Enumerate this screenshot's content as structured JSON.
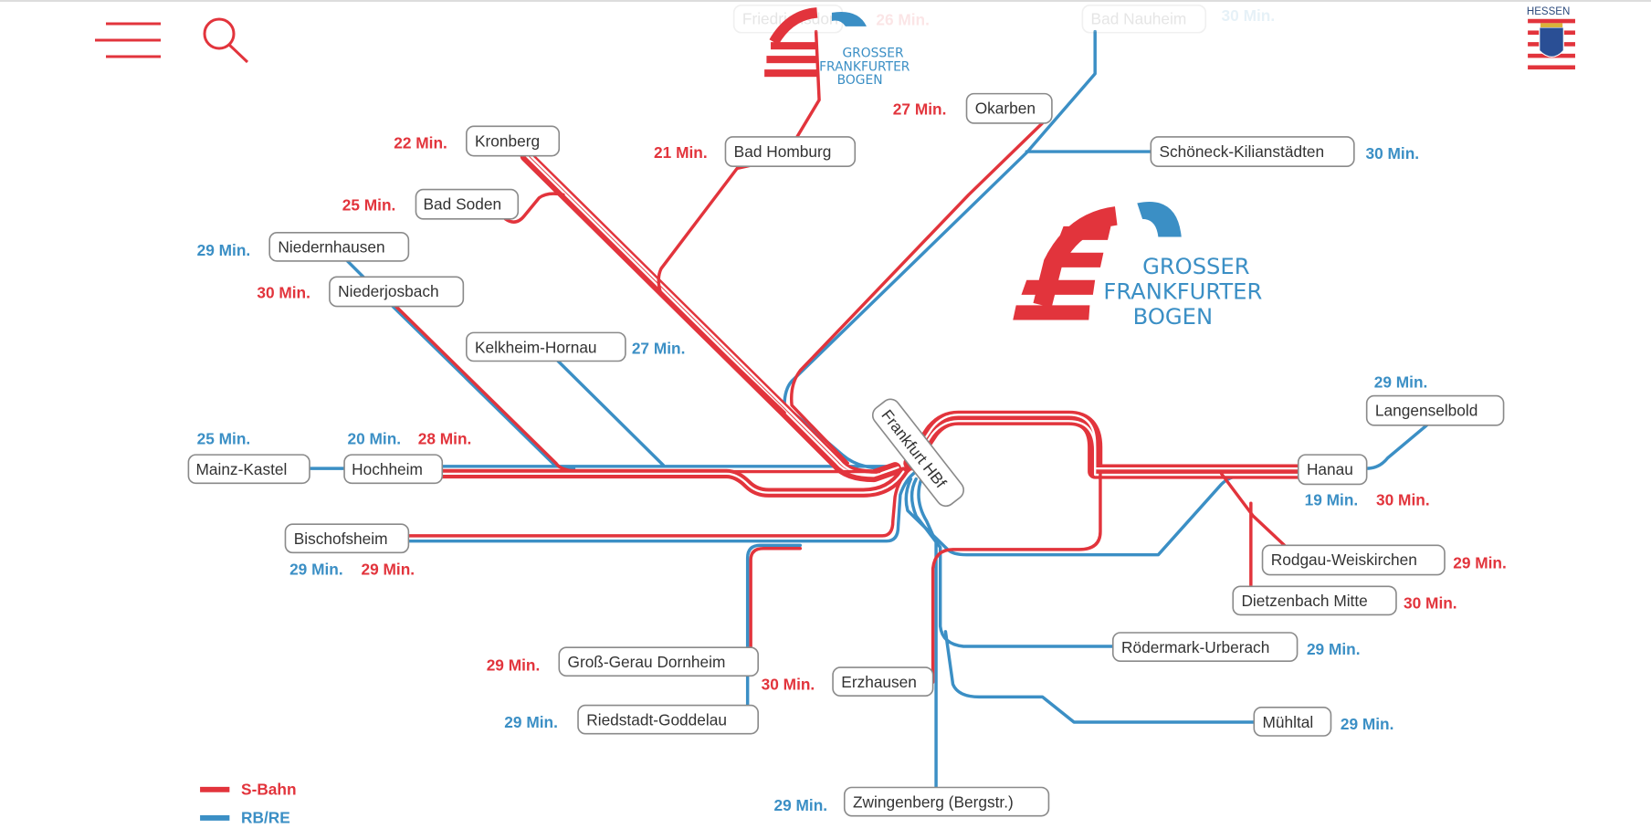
{
  "header": {
    "menu_icon": "hamburger-menu-icon",
    "search_icon": "search-icon",
    "logo_lines": [
      "GROSSER",
      "FRANKFURTER",
      "BOGEN"
    ],
    "state_logo_text": "HESSEN"
  },
  "colors": {
    "s_bahn": "#e2343c",
    "rb_re": "#3b8fc5"
  },
  "hub": "Frankfurt HBf",
  "big_logo_lines": [
    "GROSSER",
    "FRANKFURTER",
    "BOGEN"
  ],
  "stations": [
    {
      "name": "Friedrichsdorf",
      "times": [
        {
          "value": "26 Min.",
          "line": "S-Bahn"
        }
      ]
    },
    {
      "name": "Bad Nauheim",
      "times": [
        {
          "value": "30 Min.",
          "line": "RB/RE"
        }
      ]
    },
    {
      "name": "Okarben",
      "times": [
        {
          "value": "27 Min.",
          "line": "S-Bahn"
        }
      ]
    },
    {
      "name": "Bad Homburg",
      "times": [
        {
          "value": "21 Min.",
          "line": "S-Bahn"
        }
      ]
    },
    {
      "name": "Kronberg",
      "times": [
        {
          "value": "22 Min.",
          "line": "S-Bahn"
        }
      ]
    },
    {
      "name": "Bad Soden",
      "times": [
        {
          "value": "25 Min.",
          "line": "S-Bahn"
        }
      ]
    },
    {
      "name": "Niedernhausen",
      "times": [
        {
          "value": "29 Min.",
          "line": "RB/RE"
        }
      ]
    },
    {
      "name": "Niederjosbach",
      "times": [
        {
          "value": "30 Min.",
          "line": "S-Bahn"
        }
      ]
    },
    {
      "name": "Kelkheim-Hornau",
      "times": [
        {
          "value": "27 Min.",
          "line": "RB/RE"
        }
      ]
    },
    {
      "name": "Schöneck-Kilianstädten",
      "times": [
        {
          "value": "30 Min.",
          "line": "RB/RE"
        }
      ]
    },
    {
      "name": "Mainz-Kastel",
      "times": [
        {
          "value": "25 Min.",
          "line": "RB/RE"
        }
      ]
    },
    {
      "name": "Hochheim",
      "times": [
        {
          "value": "20 Min.",
          "line": "RB/RE"
        },
        {
          "value": "28 Min.",
          "line": "S-Bahn"
        }
      ]
    },
    {
      "name": "Bischofsheim",
      "times": [
        {
          "value": "29 Min.",
          "line": "RB/RE"
        },
        {
          "value": "29 Min.",
          "line": "S-Bahn"
        }
      ]
    },
    {
      "name": "Langenselbold",
      "times": [
        {
          "value": "29 Min.",
          "line": "RB/RE"
        }
      ]
    },
    {
      "name": "Hanau",
      "times": [
        {
          "value": "19 Min.",
          "line": "RB/RE"
        },
        {
          "value": "30 Min.",
          "line": "S-Bahn"
        }
      ]
    },
    {
      "name": "Rodgau-Weiskirchen",
      "times": [
        {
          "value": "29 Min.",
          "line": "S-Bahn"
        }
      ]
    },
    {
      "name": "Dietzenbach Mitte",
      "times": [
        {
          "value": "30 Min.",
          "line": "S-Bahn"
        }
      ]
    },
    {
      "name": "Rödermark-Urberach",
      "times": [
        {
          "value": "29 Min.",
          "line": "RB/RE"
        }
      ]
    },
    {
      "name": "Mühltal",
      "times": [
        {
          "value": "29 Min.",
          "line": "RB/RE"
        }
      ]
    },
    {
      "name": "Zwingenberg (Bergstr.)",
      "times": [
        {
          "value": "29 Min.",
          "line": "RB/RE"
        }
      ]
    },
    {
      "name": "Erzhausen",
      "times": [
        {
          "value": "30 Min.",
          "line": "S-Bahn"
        }
      ]
    },
    {
      "name": "Groß-Gerau Dornheim",
      "times": [
        {
          "value": "29 Min.",
          "line": "S-Bahn"
        }
      ]
    },
    {
      "name": "Riedstadt-Goddelau",
      "times": [
        {
          "value": "29 Min.",
          "line": "RB/RE"
        }
      ]
    }
  ],
  "legend": [
    {
      "label": "S-Bahn",
      "color": "#e2343c"
    },
    {
      "label": "RB/RE",
      "color": "#3b8fc5"
    }
  ]
}
